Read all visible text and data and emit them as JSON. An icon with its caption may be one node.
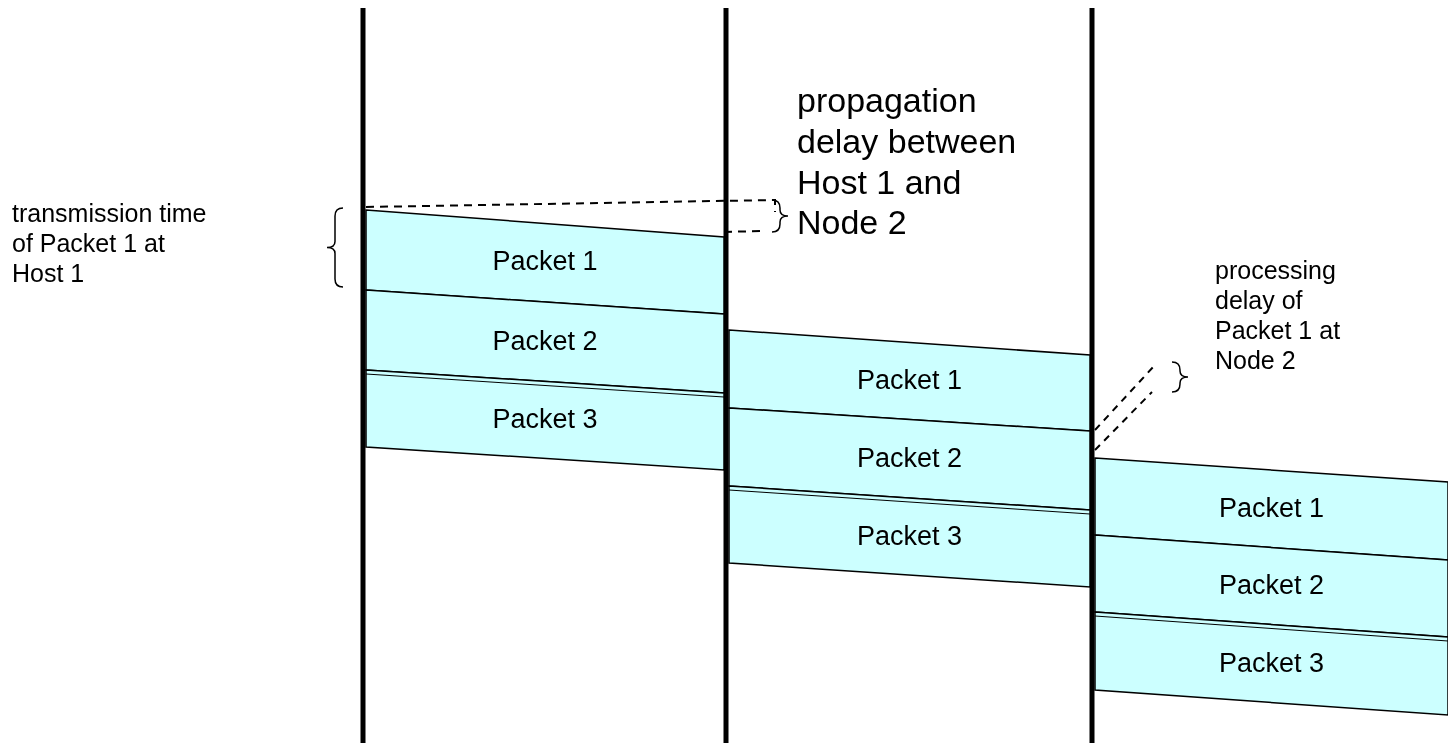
{
  "diagram": {
    "nodes": [
      {
        "text": [
          "Packet 1"
        ]
      },
      {
        "text": [
          "Packet 2"
        ]
      },
      {
        "text": [
          "Packet 3"
        ]
      },
      {
        "text": [
          "Packet 1"
        ]
      },
      {
        "text": [
          "Packet 2"
        ]
      },
      {
        "text": [
          "Packet 3"
        ]
      },
      {
        "text": [
          "Packet 1"
        ]
      },
      {
        "text": [
          "Packet 2"
        ]
      },
      {
        "text": [
          "Packet 3"
        ]
      }
    ],
    "labels": [
      "transmission time of Packet 1 at Host 1",
      "propagation delay between Host 1 and Node 2",
      "processing delay of Packet 1 at Node 2"
    ]
  }
}
